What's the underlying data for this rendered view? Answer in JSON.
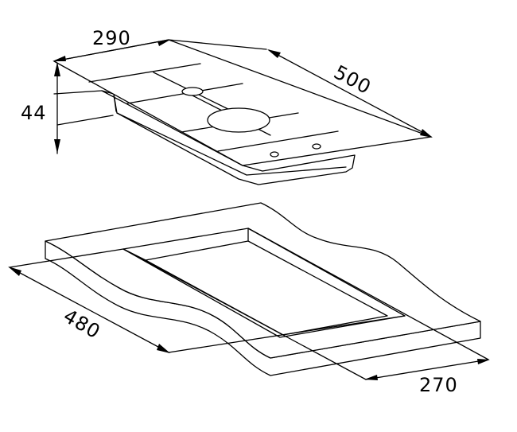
{
  "dimensions": {
    "hob_width": "290",
    "hob_length": "500",
    "hob_height": "44",
    "cutout_length": "480",
    "cutout_width": "270"
  }
}
